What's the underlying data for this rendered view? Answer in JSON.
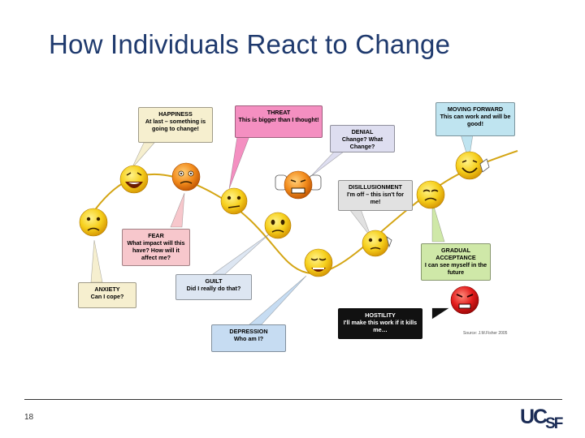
{
  "slide": {
    "title": "How Individuals React to Change",
    "page_number": "18",
    "logo_uc": "UC",
    "logo_sf": "SF"
  },
  "diagram": {
    "source": "Source: J.M.Fisher 2005",
    "stages": [
      {
        "key": "anxiety",
        "title": "ANXIETY",
        "text": "Can I cope?",
        "color": "#f6efcf"
      },
      {
        "key": "happiness",
        "title": "HAPPINESS",
        "text": "At last – something is going to change!",
        "color": "#f6efcf"
      },
      {
        "key": "fear",
        "title": "FEAR",
        "text": "What impact will this have? How will it affect me?",
        "color": "#f7c7cc"
      },
      {
        "key": "threat",
        "title": "THREAT",
        "text": "This is bigger than I thought!",
        "color": "#f48fc1"
      },
      {
        "key": "guilt",
        "title": "GUILT",
        "text": "Did I really do that?",
        "color": "#dde6f2"
      },
      {
        "key": "denial",
        "title": "DENIAL",
        "text": "Change? What Change?",
        "color": "#dedef0"
      },
      {
        "key": "disillusionment",
        "title": "DISILLUSIONMENT",
        "text": "I'm off – this isn't for me!",
        "color": "#e1e1e1"
      },
      {
        "key": "depression",
        "title": "DEPRESSION",
        "text": "Who am I?",
        "color": "#c6dcf2"
      },
      {
        "key": "hostility",
        "title": "HOSTILITY",
        "text": "I'll make this work if it kills me…",
        "color": "#111111"
      },
      {
        "key": "gradual_acceptance",
        "title": "GRADUAL ACCEPTANCE",
        "text": "I can see myself in the future",
        "color": "#cfe8a8"
      },
      {
        "key": "moving_forward",
        "title": "MOVING FORWARD",
        "text": "This can work and will be good!",
        "color": "#bfe4f0"
      }
    ]
  }
}
